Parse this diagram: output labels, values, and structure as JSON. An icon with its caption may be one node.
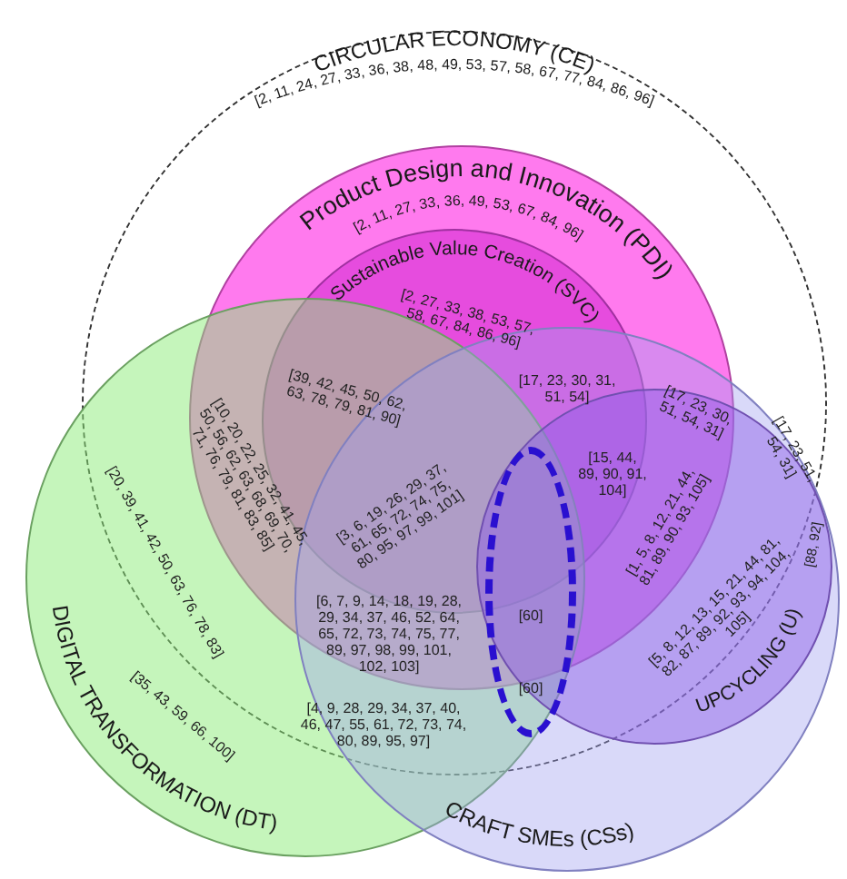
{
  "diagram": {
    "nodes": [
      {
        "text": [
          "CIRCULAR ECONOMY (CE)",
          "[2, 11, 24, 27, 33, 36, 38, 48, 49, 53, 57, 58, 67, 77, 84, 86, 96]"
        ]
      },
      {
        "text": [
          "Product Design and Innovation (PDI)",
          "[2, 11, 27, 33, 36, 49, 53, 67, 84, 96]"
        ],
        "in": 0
      },
      {
        "text": [
          "Sustainable Value Creation (SVC)",
          "[2, 27, 33, 38, 53, 57, 58, 67, 84, 86, 96]"
        ],
        "in": 1
      },
      {
        "text": [
          "DIGITAL TRANSFORMATION (DT)",
          "[35, 43, 59, 66, 100]"
        ]
      },
      {
        "text": [
          "CRAFT SMEs (CSs)"
        ]
      },
      {
        "text": [
          "UPCYCLING (U)",
          "[88, 92]"
        ],
        "in": 4
      },
      {
        "text": [
          "[60]",
          "[60]"
        ]
      }
    ],
    "labels": [
      "[39, 42, 45, 50, 62, 63, 78, 79, 81, 90]",
      "[17, 23, 30, 31, 51, 54]",
      "[17, 23, 30, 51, 54, 31]",
      "[17, 23, 51, 54, 31]",
      "[10, 20, 22, 25, 32, 41, 45, 50, 56, 62, 63, 68, 69, 70, 71, 76, 79, 81, 83, 85]",
      "[20, 39, 41, 42, 50, 63, 76, 78, 83]",
      "[3, 6, 19, 26, 29, 37, 61, 65, 72, 74, 75, 80, 95, 97, 99, 101]",
      "[15, 44, 89, 90, 91, 104]",
      "[1, 5, 8, 12, 21, 44, 81, 89, 90, 93, 105]",
      "[6, 7, 9, 14, 18, 19, 28, 29, 34, 37, 46, 52, 64, 65, 72, 73, 74, 75, 77, 89, 97, 98, 99, 101, 102, 103]",
      "[5, 8, 12, 13, 15, 21, 44, 81, 82, 87, 89, 92, 93, 94, 104, 105]",
      "[4, 9, 28, 29, 34, 37, 40, 46, 47, 55, 61, 72, 73, 74, 80, 89, 95, 97]"
    ]
  }
}
